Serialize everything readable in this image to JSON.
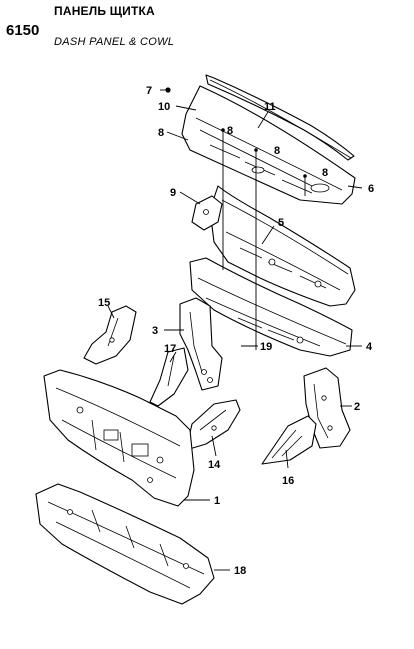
{
  "header": {
    "section_number": "6150",
    "title_ru": "ПАНЕЛЬ ЩИТКА",
    "title_en": "DASH PANEL & COWL"
  },
  "callouts": [
    {
      "id": "c7",
      "label": "7"
    },
    {
      "id": "c10",
      "label": "10"
    },
    {
      "id": "c11",
      "label": "11"
    },
    {
      "id": "c8a",
      "label": "8"
    },
    {
      "id": "c8b",
      "label": "8"
    },
    {
      "id": "c8c",
      "label": "8"
    },
    {
      "id": "c8d",
      "label": "8"
    },
    {
      "id": "c6",
      "label": "6"
    },
    {
      "id": "c9",
      "label": "9"
    },
    {
      "id": "c5",
      "label": "5"
    },
    {
      "id": "c15",
      "label": "15"
    },
    {
      "id": "c3",
      "label": "3"
    },
    {
      "id": "c17",
      "label": "17"
    },
    {
      "id": "c19",
      "label": "19"
    },
    {
      "id": "c4",
      "label": "4"
    },
    {
      "id": "c2",
      "label": "2"
    },
    {
      "id": "c14",
      "label": "14"
    },
    {
      "id": "c16",
      "label": "16"
    },
    {
      "id": "c1",
      "label": "1"
    },
    {
      "id": "c18",
      "label": "18"
    }
  ]
}
